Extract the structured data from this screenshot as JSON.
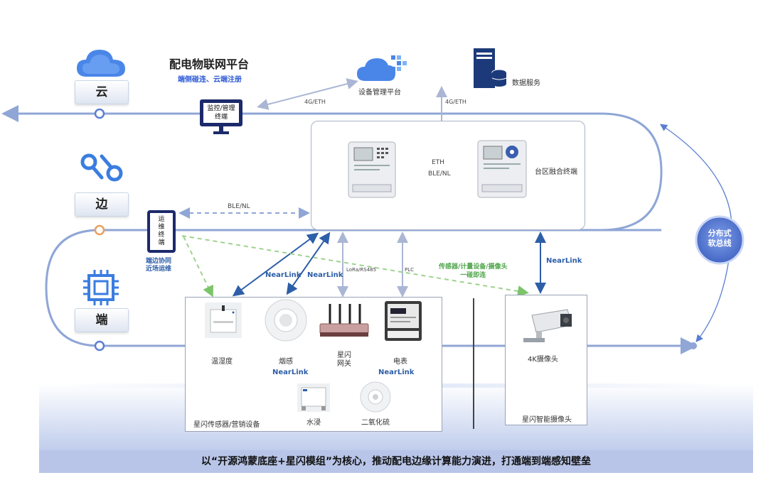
{
  "title": "配电物联网平台",
  "subtitle": "端侧碰连、云端注册",
  "tiers": {
    "cloud": "云",
    "edge": "边",
    "device": "端"
  },
  "monitor_terminal": [
    "监控/管理",
    "终端"
  ],
  "ops_terminal": [
    "运",
    "维",
    "终",
    "端"
  ],
  "ops_caption": [
    "端边协同",
    "近场运维"
  ],
  "device_mgmt": "设备管理平台",
  "data_service": "数据服务",
  "fusion_terminal": "台区融合终端",
  "links": {
    "g4_left": "4G/ETH",
    "g4_right": "4G/ETH",
    "eth": "ETH",
    "ble_nl_mid": "BLE/NL",
    "ble_nl_left": "BLE/NL",
    "nearlink_1": "NearLink",
    "nearlink_2": "NearLink",
    "nearlink_cam": "NearLink",
    "nearlink_l": "NearLink",
    "nearlink_r": "NearLink",
    "lora": "LoRa/RS485",
    "plc": "PLC",
    "green": [
      "传感器/计量设备/摄像头",
      "一碰即连"
    ]
  },
  "devices": {
    "temp": "温湿度",
    "smoke": "烟感",
    "gateway": [
      "星闪",
      "网关"
    ],
    "meter": "电表",
    "water": "水浸",
    "so2": "二氧化硫",
    "camera": "4K摄像头"
  },
  "panels": {
    "sensors": "星闪传感器/营销设备",
    "camera": "星闪智能摄像头"
  },
  "bus": [
    "分布式",
    "软总线"
  ],
  "footer": "以“开源鸿蒙底座+星闪模组”为核心，推动配电边缘计算能力演进，打通端到端感知壁垒",
  "colors": {
    "bus": "#8fa6d6",
    "accent": "#2d5ea8",
    "green": "#7cc46a",
    "orange": "#e8a060"
  }
}
